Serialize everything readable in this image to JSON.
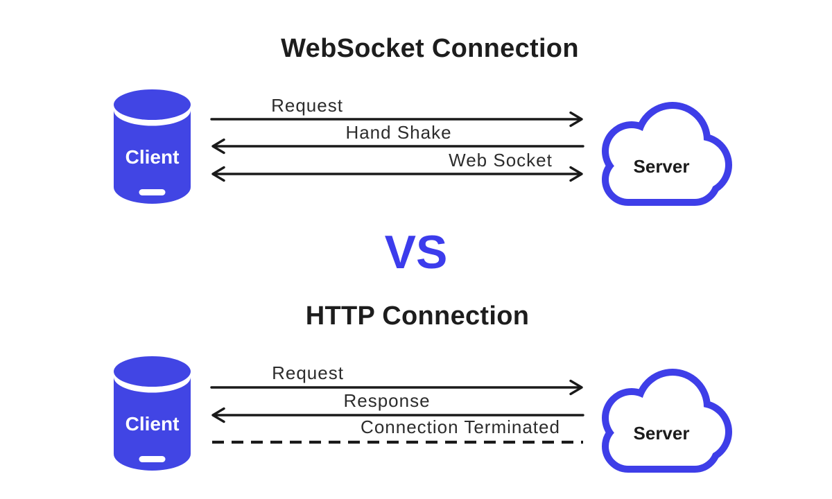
{
  "page": {
    "background": "#ffffff"
  },
  "colors": {
    "brand_blue": "#3c3cec",
    "node_blue": "#4145e4",
    "cloud_blue": "#3e3ee8",
    "arrow_black": "#1a1a1a",
    "title_black": "#1d1d1d",
    "label_gray": "#2c2c2c"
  },
  "vs_label": "VS",
  "sections": [
    {
      "title": "WebSocket Connection",
      "client": {
        "label": "Client"
      },
      "server": {
        "label": "Server"
      },
      "arrows": [
        {
          "label": "Request",
          "direction": "client-to-server",
          "line_style": "solid"
        },
        {
          "label": "Hand Shake",
          "direction": "server-to-client",
          "line_style": "solid"
        },
        {
          "label": "Web Socket",
          "direction": "bidirectional",
          "line_style": "solid"
        }
      ]
    },
    {
      "title": "HTTP Connection",
      "client": {
        "label": "Client"
      },
      "server": {
        "label": "Server"
      },
      "arrows": [
        {
          "label": "Request",
          "direction": "client-to-server",
          "line_style": "solid"
        },
        {
          "label": "Response",
          "direction": "server-to-client",
          "line_style": "solid"
        },
        {
          "label": "Connection Terminated",
          "direction": "none",
          "line_style": "dashed"
        }
      ]
    }
  ]
}
